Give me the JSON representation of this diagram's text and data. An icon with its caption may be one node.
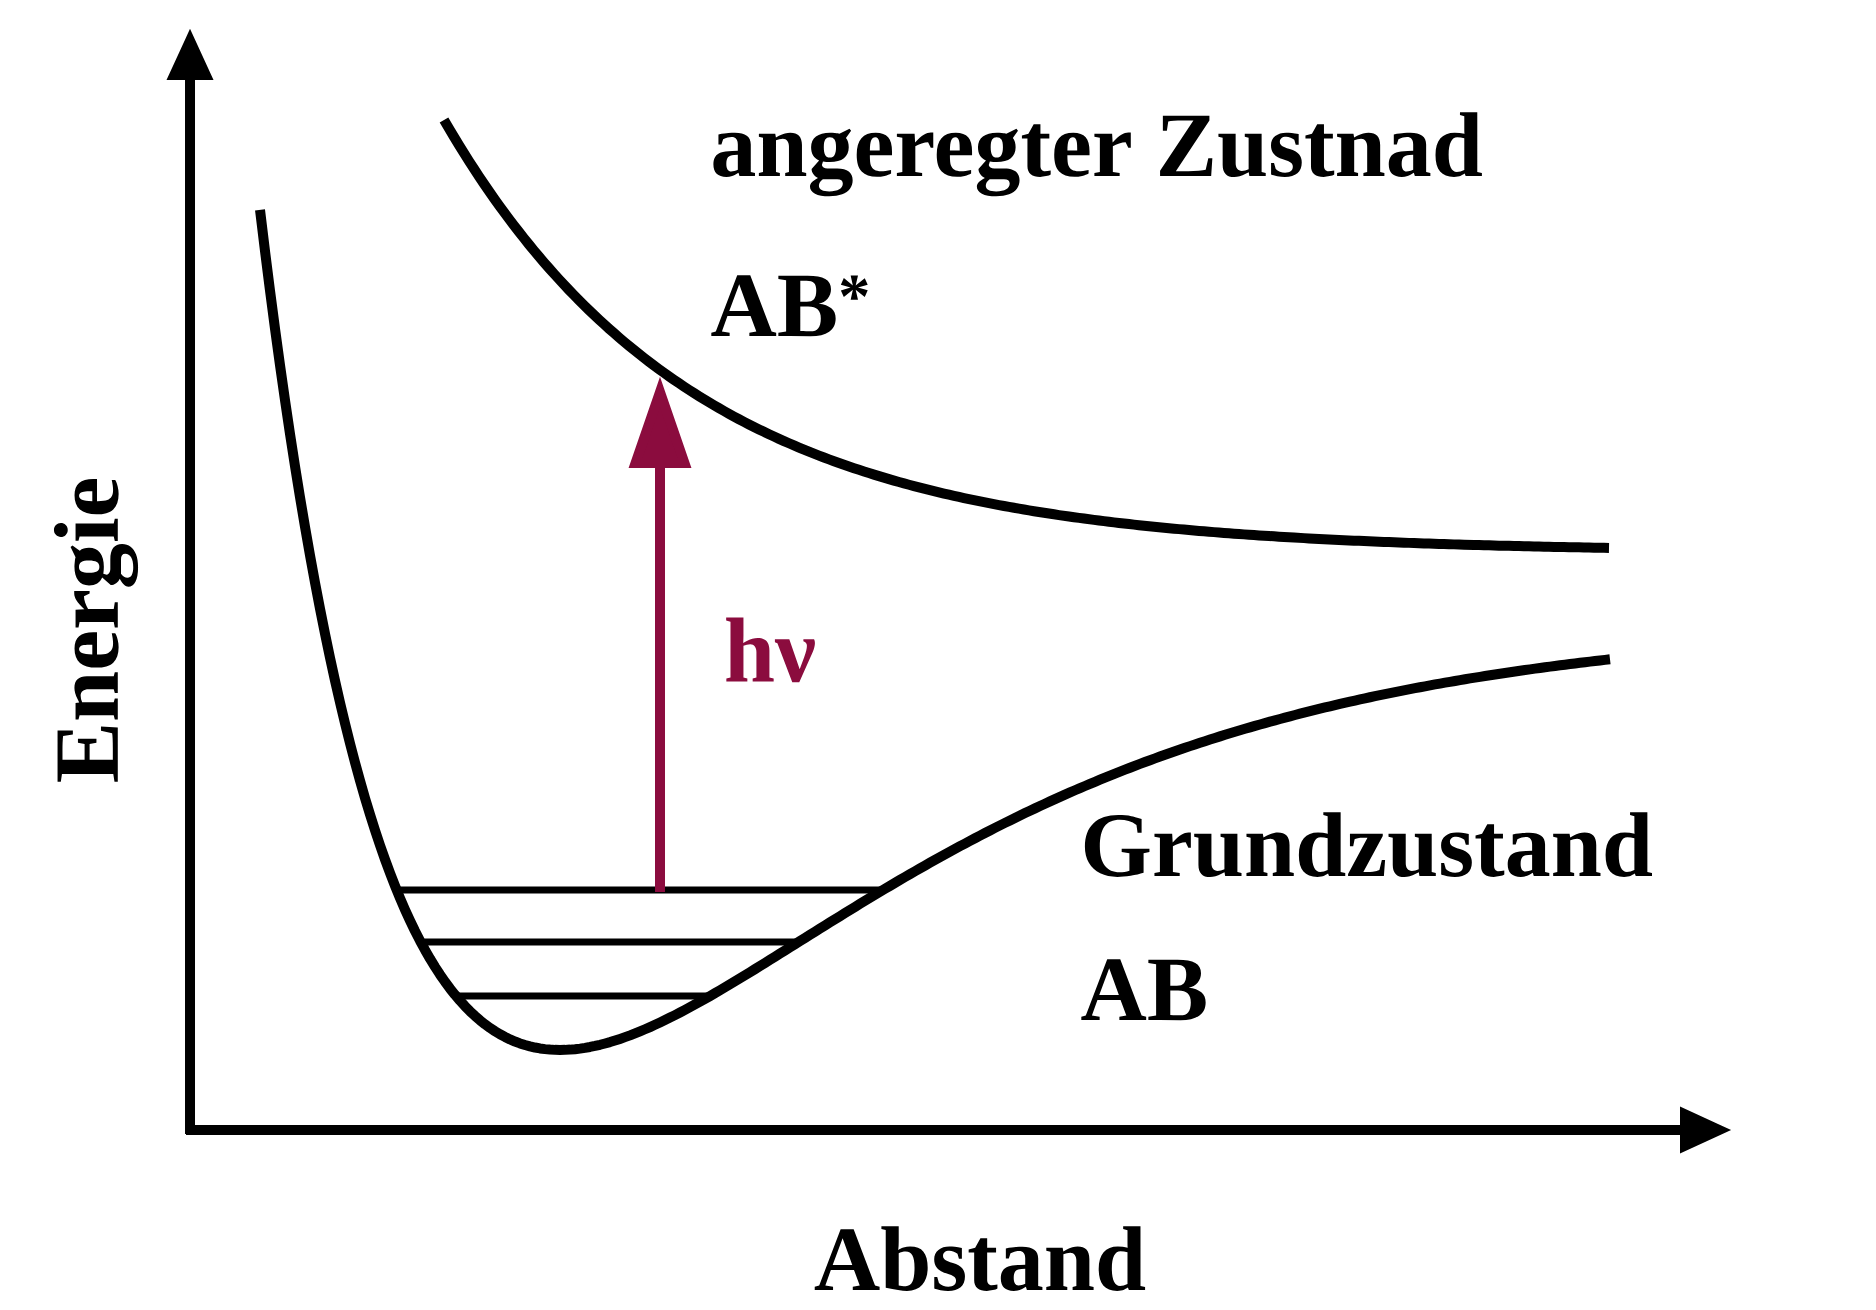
{
  "diagram": {
    "labels": [
      "angeregter Zustnad",
      "AB$^{*}$",
      "hν",
      "Grundzustand",
      "AB",
      "Energie",
      "Abstand"
    ]
  }
}
